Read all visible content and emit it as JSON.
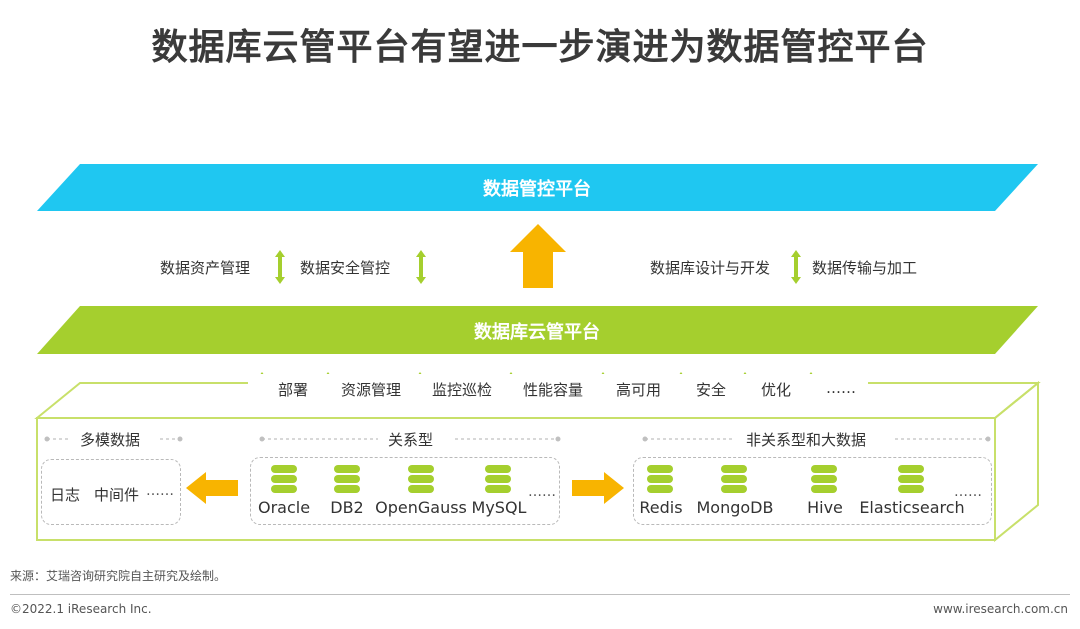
{
  "title": "数据库云管平台有望进一步演进为数据管控平台",
  "top_band": {
    "label": "数据管控平台",
    "color": "#1fc7f1"
  },
  "middle_band": {
    "label": "数据库云管平台",
    "color": "#a5cf2e"
  },
  "left_features": [
    "数据资产管理",
    "数据安全管控"
  ],
  "right_features": [
    "数据库设计与开发",
    "数据传输与加工"
  ],
  "capabilities": [
    "部署",
    "资源管理",
    "监控巡检",
    "性能容量",
    "高可用",
    "安全",
    "优化",
    "……"
  ],
  "categories": {
    "multi_model": {
      "title": "多模数据",
      "items": [
        "日志",
        "中间件",
        "……"
      ]
    },
    "relational": {
      "title": "关系型",
      "items": [
        "Oracle",
        "DB2",
        "OpenGauss",
        "MySQL"
      ],
      "more": "……"
    },
    "non_relational": {
      "title": "非关系型和大数据",
      "items": [
        "Redis",
        "MongoDB",
        "Hive",
        "Elasticsearch"
      ],
      "more": "……"
    }
  },
  "colors": {
    "arrow_orange": "#f8b400",
    "arrow_green": "#a5cf2e",
    "db_icon": "#a5cf2e"
  },
  "source": "来源：艾瑞咨询研究院自主研究及绘制。",
  "copyright": "©2022.1 iResearch Inc.",
  "website": "www.iresearch.com.cn"
}
